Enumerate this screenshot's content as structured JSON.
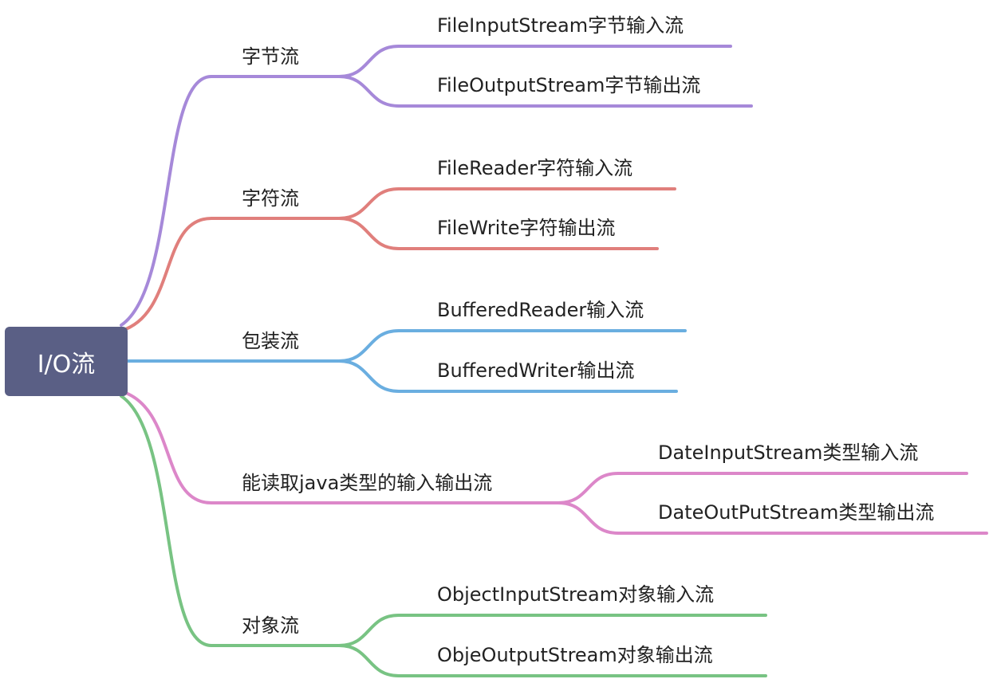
{
  "colors": {
    "root": "#5a5f85",
    "purple": "#a689d9",
    "red": "#e07f7c",
    "blue": "#6aaee0",
    "pink": "#dc87c9",
    "green": "#78c383"
  },
  "root": {
    "label": "I/O流"
  },
  "branches": [
    {
      "label": "字节流",
      "color": "purple",
      "children": [
        {
          "label": "FileInputStream字节输入流"
        },
        {
          "label": "FileOutputStream字节输出流"
        }
      ]
    },
    {
      "label": "字符流",
      "color": "red",
      "children": [
        {
          "label": "FileReader字符输入流"
        },
        {
          "label": "FileWrite字符输出流"
        }
      ]
    },
    {
      "label": "包装流",
      "color": "blue",
      "children": [
        {
          "label": "BufferedReader输入流"
        },
        {
          "label": "BufferedWriter输出流"
        }
      ]
    },
    {
      "label": "能读取java类型的输入输出流",
      "color": "pink",
      "children": [
        {
          "label": "DateInputStream类型输入流"
        },
        {
          "label": "DateOutPutStream类型输出流"
        }
      ]
    },
    {
      "label": "对象流",
      "color": "green",
      "children": [
        {
          "label": "ObjectInputStream对象输入流"
        },
        {
          "label": "ObjeOutputStream对象输出流"
        }
      ]
    }
  ]
}
